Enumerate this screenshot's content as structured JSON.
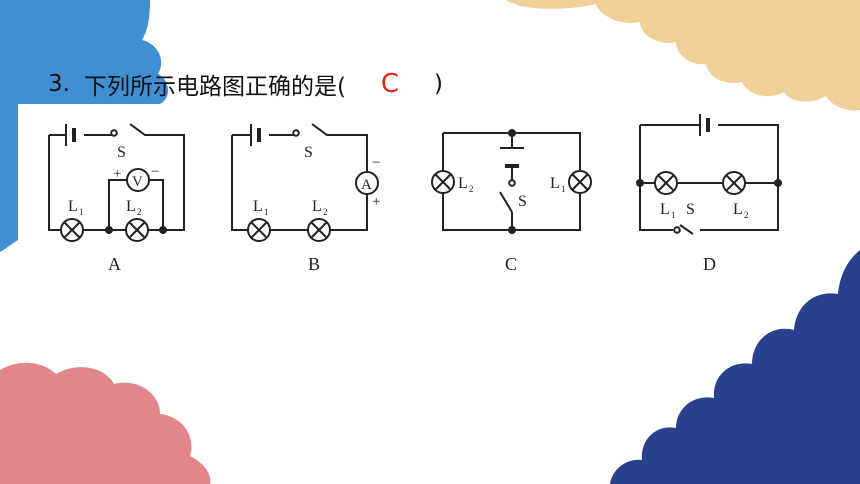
{
  "question": {
    "number": "3.",
    "text": "下列所示电路图正确的是(",
    "answer": "C",
    "close": ")"
  },
  "circuits": [
    {
      "letter": "A",
      "switch": "S",
      "lamp1": "L",
      "lamp1_sub": "1",
      "lamp2": "L",
      "lamp2_sub": "2",
      "meter": "V",
      "meter_plus": "+",
      "meter_minus": "−"
    },
    {
      "letter": "B",
      "switch": "S",
      "lamp1": "L",
      "lamp1_sub": "1",
      "lamp2": "L",
      "lamp2_sub": "2",
      "meter": "A",
      "meter_plus": "+",
      "meter_minus": "−"
    },
    {
      "letter": "C",
      "switch": "S",
      "lamp1": "L",
      "lamp1_sub": "1",
      "lamp2": "L",
      "lamp2_sub": "2"
    },
    {
      "letter": "D",
      "switch": "S",
      "lamp1": "L",
      "lamp1_sub": "1",
      "lamp2": "L",
      "lamp2_sub": "2"
    }
  ],
  "colors": {
    "blue_cloud": "#3f8fd2",
    "tan_cloud": "#f0cf98",
    "pink_cloud": "#e3868a",
    "navy_cloud": "#27418e",
    "answer": "#e8241a",
    "wire": "#222222"
  }
}
